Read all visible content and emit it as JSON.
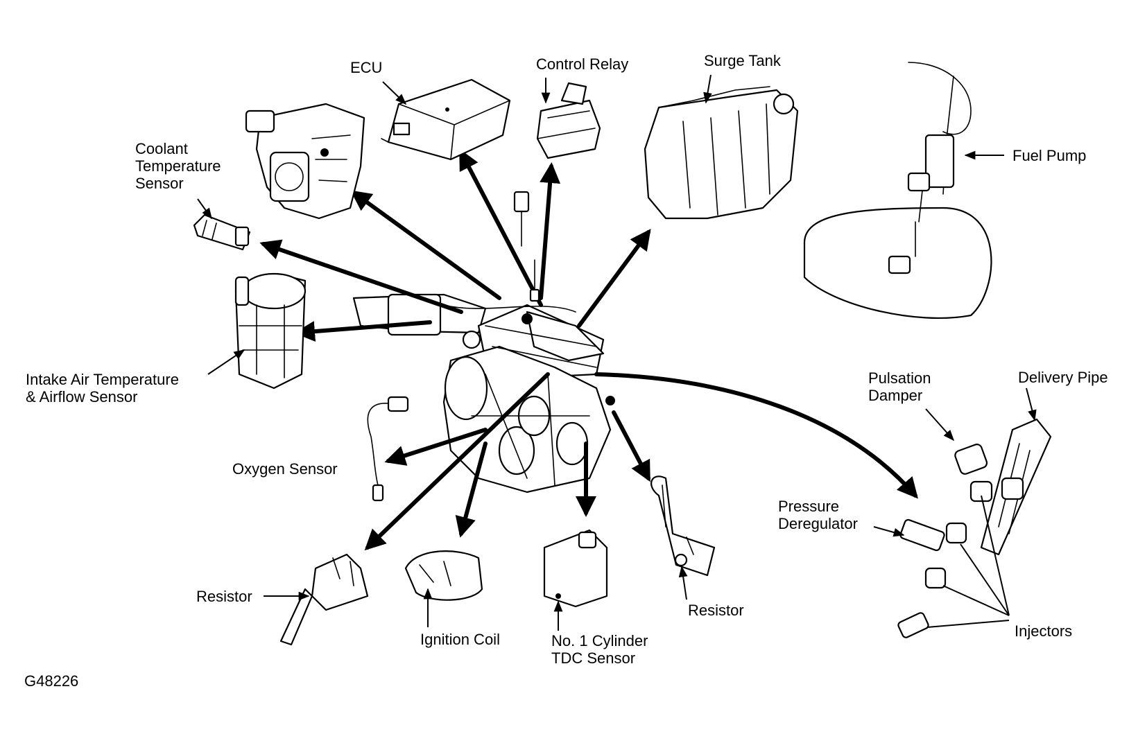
{
  "figure_id": "G48226",
  "labels": {
    "ecu": "ECU",
    "control_relay": "Control Relay",
    "surge_tank": "Surge Tank",
    "fuel_pump": "Fuel Pump",
    "coolant_line1": "Coolant",
    "coolant_line2": "Temperature",
    "coolant_line3": "Sensor",
    "intake_line1": "Intake Air Temperature",
    "intake_line2": "& Airflow Sensor",
    "oxygen_sensor": "Oxygen Sensor",
    "resistor_left": "Resistor",
    "ignition_coil": "Ignition Coil",
    "tdc_line1": "No. 1 Cylinder",
    "tdc_line2": "TDC Sensor",
    "resistor_right": "Resistor",
    "pulsation_line1": "Pulsation",
    "pulsation_line2": "Damper",
    "delivery_pipe": "Delivery Pipe",
    "pressure_line1": "Pressure",
    "pressure_line2": "Deregulator",
    "injectors": "Injectors"
  }
}
